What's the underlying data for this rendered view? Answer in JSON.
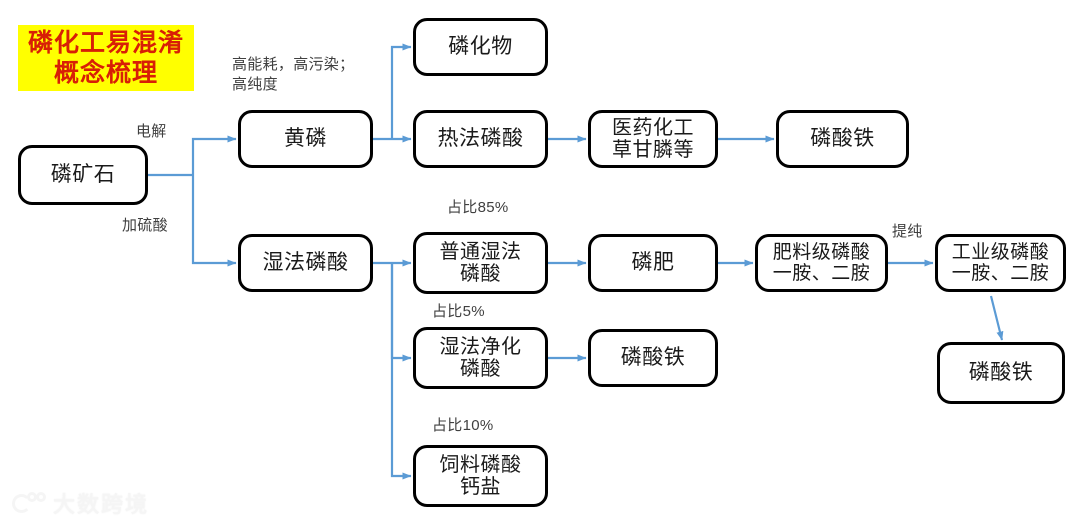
{
  "title_badge": {
    "text": "磷化工易混淆\n概念梳理",
    "bg_color": "#ffff00",
    "text_color": "#d81f06"
  },
  "nodes": {
    "phosphate_ore": "磷矿石",
    "yellow_phosphorus": "黄磷",
    "phosphide": "磷化物",
    "thermal_phosphoric_acid": "热法磷酸",
    "pharma_chem": "医药化工\n草甘膦等",
    "iron_phosphate_top": "磷酸铁",
    "wet_phosphoric_acid": "湿法磷酸",
    "ordinary_wet_acid": "普通湿法\n磷酸",
    "phosphate_fertilizer": "磷肥",
    "fertilizer_grade_map": "肥料级磷酸\n一胺、二胺",
    "industrial_grade_map": "工业级磷酸\n一胺、二胺",
    "wet_purified_acid": "湿法净化\n磷酸",
    "iron_phosphate_mid": "磷酸铁",
    "feed_calcium_phosphate": "饲料磷酸\n钙盐",
    "iron_phosphate_bottom": "磷酸铁"
  },
  "edge_labels": {
    "electrolysis": "电解",
    "add_sulfuric_acid": "加硫酸",
    "high_energy_note": "高能耗，高污染；\n高纯度",
    "share_85": "占比85%",
    "share_5": "占比5%",
    "share_10": "占比10%",
    "purification": "提纯"
  },
  "watermark": {
    "text": "大数跨境"
  },
  "colors": {
    "box_border": "#000000",
    "box_fill": "#ffffff",
    "connector": "#5b9bd5",
    "label_text": "#404040",
    "accent_red": "#d81f06",
    "accent_yellow": "#ffff00"
  }
}
